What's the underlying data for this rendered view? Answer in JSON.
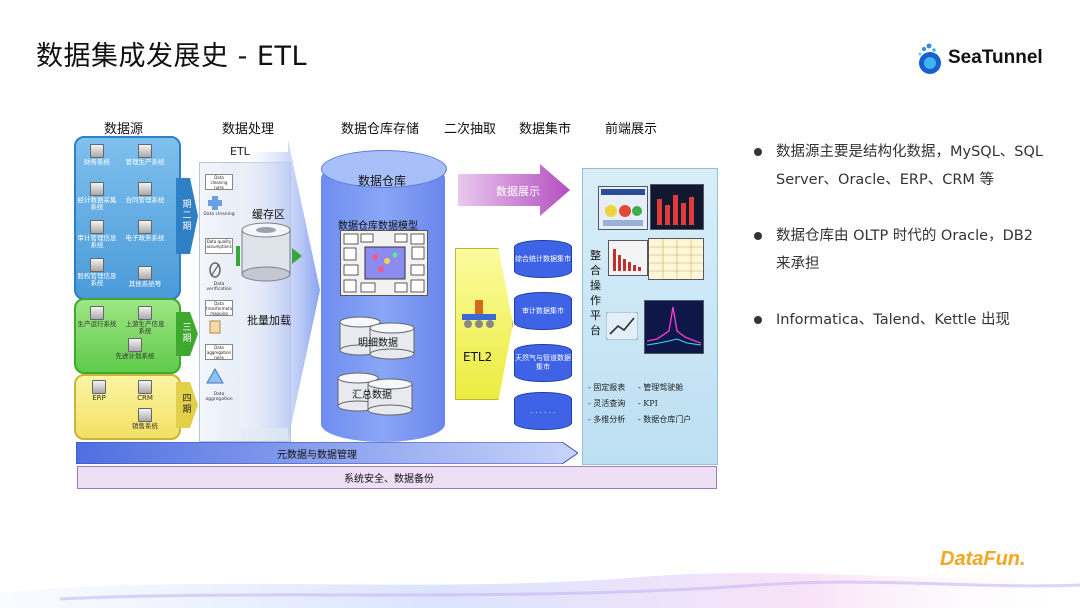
{
  "title": "数据集成发展史 - ETL",
  "brand": "SeaTunnel",
  "footer_brand": "DataFun.",
  "colors": {
    "accent_orange": "#f5a623",
    "dw_blue": "#6e8df0",
    "mart_blue": "#3f63e6"
  },
  "diagram": {
    "columns": [
      "数据源",
      "数据处理",
      "数据仓库存储",
      "二次抽取",
      "数据集市",
      "前端展示"
    ],
    "sources": {
      "blue": [
        "财务系统",
        "管理生产系统",
        "经计数据采集系统",
        "合同管理系统",
        "审计管理信息系统",
        "电子政务系统",
        "股权管理信息系统",
        "其他系统等"
      ],
      "green": [
        "生产运行系统",
        "上游生产信息系统",
        "先进计划系统"
      ],
      "yellow": [
        "ERP",
        "CRM",
        "销售系统"
      ]
    },
    "phases": [
      "期二期",
      "三期",
      "四期"
    ],
    "processing": {
      "etl_label": "ETL",
      "steps": [
        {
          "box": "Data cleaning rules",
          "caption": "Data cleaning"
        },
        {
          "box": "Data quality assumptions",
          "caption": "Data verification"
        },
        {
          "box": "Data aggregation rules",
          "caption": "Data aggregation"
        }
      ],
      "step_mid": "Data transformation mapping",
      "cache": "缓存区",
      "batch": "批量加载"
    },
    "warehouse": {
      "name": "数据仓库",
      "model": "数据仓库数据模型",
      "detail": "明细数据",
      "summary": "汇总数据"
    },
    "extract": {
      "label": "ETL2",
      "show": "数据展示"
    },
    "marts": [
      "综合统计数据集市",
      "审计数据集市",
      "天然气与管道数据集市",
      ". . . . . ."
    ],
    "frontend": {
      "platform": [
        "整",
        "合",
        "操",
        "作",
        "平",
        "台"
      ],
      "list_left": [
        "- 固定报表",
        "- 灵活查询",
        "- 多维分析"
      ],
      "list_right": [
        "- 管理驾驶舱",
        "- KPI",
        "- 数据仓库门户"
      ]
    },
    "meta": "元数据与数据管理",
    "security": "系统安全、数据备份"
  },
  "bullets": [
    "数据源主要是结构化数据，MySQL、SQL Server、Oracle、ERP、CRM 等",
    "数据仓库由 OLTP 时代的 Oracle，DB2 来承担",
    "Informatica、Talend、Kettle 出现"
  ]
}
